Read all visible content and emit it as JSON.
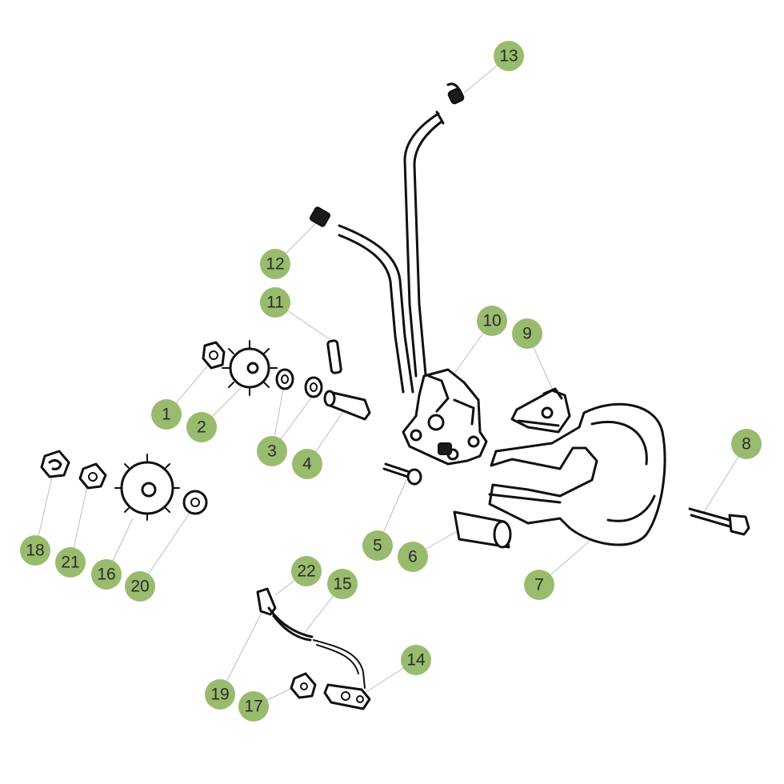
{
  "diagram": {
    "callouts": {
      "c1": "1",
      "c2": "2",
      "c3": "3",
      "c4": "4",
      "c5": "5",
      "c6": "6",
      "c7": "7",
      "c8": "8",
      "c9": "9",
      "c10": "10",
      "c11": "11",
      "c12": "12",
      "c13": "13",
      "c14": "14",
      "c15": "15",
      "c16": "16",
      "c17": "17",
      "c18": "18",
      "c19": "19",
      "c20": "20",
      "c21": "21",
      "c22": "22"
    },
    "colors": {
      "callout_fill": "#99bb6e",
      "leader_line": "#bdbdbd",
      "ink": "#111111"
    }
  }
}
